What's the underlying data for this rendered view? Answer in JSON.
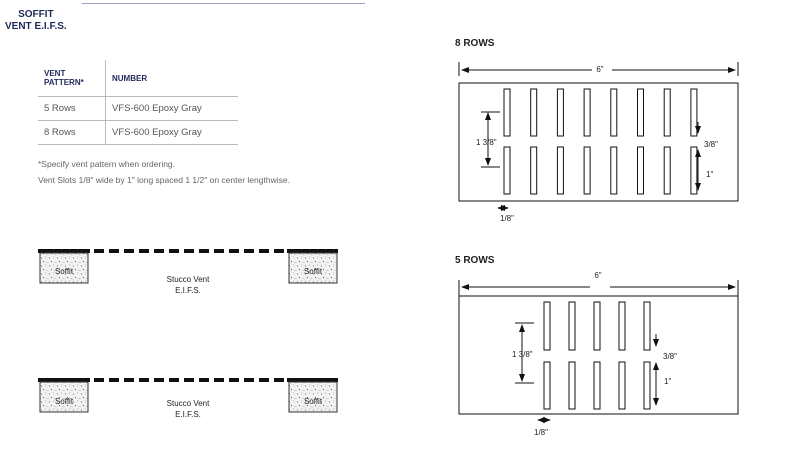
{
  "heading": {
    "line1": "SOFFIT",
    "line2": "VENT E.I.F.S."
  },
  "table": {
    "headers": [
      "VENT\nPATTERN*",
      "NUMBER"
    ],
    "header_col1_line1": "VENT",
    "header_col1_line2": "PATTERN*",
    "header_col2": "NUMBER",
    "rows": [
      {
        "pattern": "5 Rows",
        "number": "VFS-600 Epoxy Gray"
      },
      {
        "pattern": "8 Rows",
        "number": "VFS-600 Epoxy Gray"
      }
    ]
  },
  "notes": {
    "specify": "*Specify vent pattern when ordering.",
    "slots": "Vent Slots 1/8\" wide by 1\" long spaced 1 1/2\" on center lengthwise."
  },
  "sections": [
    {
      "soffit_left": "Soffit",
      "soffit_right": "Soffit",
      "center_line1": "Stucco Vent",
      "center_line2": "E.I.F.S."
    },
    {
      "soffit_left": "Soffit",
      "soffit_right": "Soffit",
      "center_line1": "Stucco Vent",
      "center_line2": "E.I.F.S."
    }
  ],
  "diagram8": {
    "title": "8 ROWS",
    "width_label": "6\"",
    "height_label": "1 3/8\"",
    "gap_label": "3/8\"",
    "slot_label": "1\"",
    "slot_width_label": "1/8\"",
    "rows": 8
  },
  "diagram5": {
    "title": "5 ROWS",
    "width_label": "6\"",
    "height_label": "1 3/8\"",
    "gap_label": "3/8\"",
    "slot_label": "1\"",
    "slot_width_label": "1/8\"",
    "rows": 5
  }
}
